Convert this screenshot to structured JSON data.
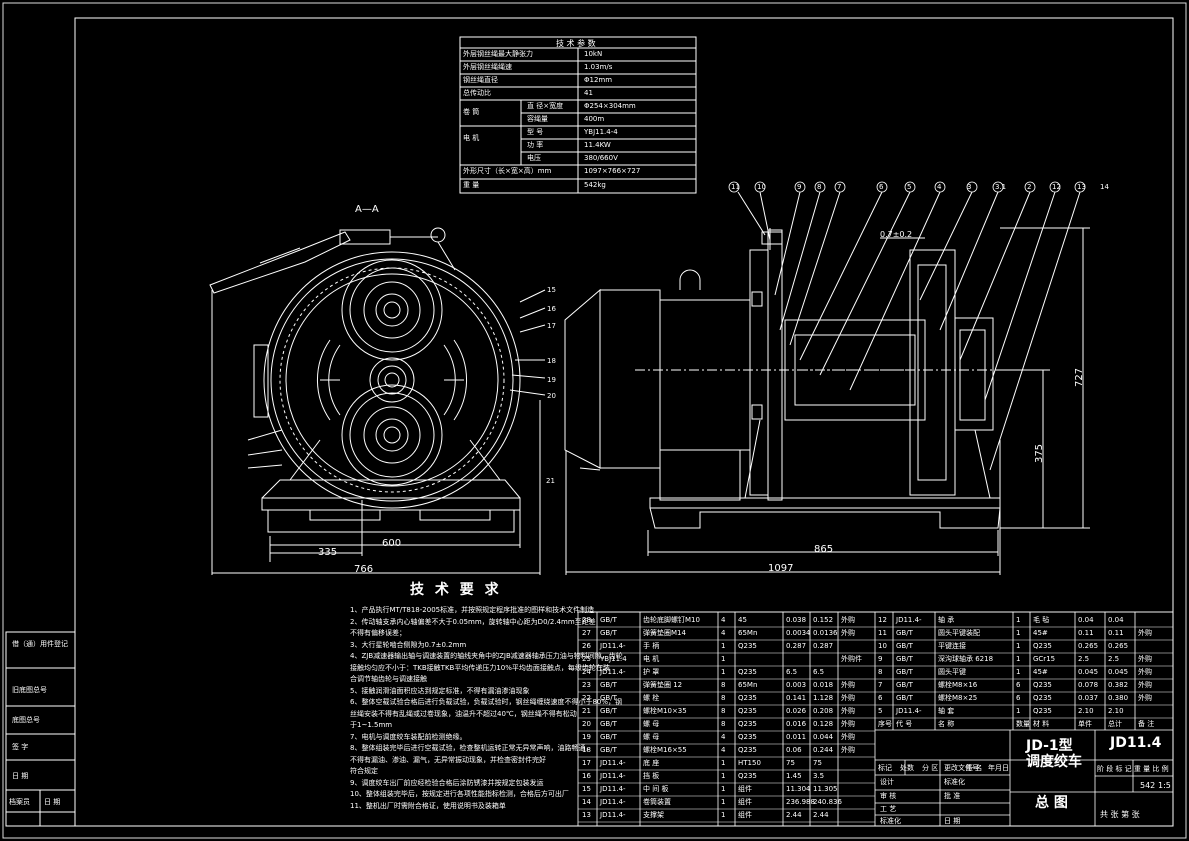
{
  "spec_table": {
    "title": "技 术 参 数",
    "rows": [
      {
        "label": "外层钢丝绳最大静张力",
        "sub": "",
        "value": "10kN"
      },
      {
        "label": "外层钢丝绳绳速",
        "sub": "",
        "value": "1.03m/s"
      },
      {
        "label": "钢丝绳直径",
        "sub": "",
        "value": "Φ12mm"
      },
      {
        "label": "总传动比",
        "sub": "",
        "value": "41"
      },
      {
        "label": "卷 筒",
        "sub": "直 径×宽度",
        "value": "Φ254×304mm"
      },
      {
        "label": "",
        "sub": "容绳量",
        "value": "400m"
      },
      {
        "label": "电 机",
        "sub": "型 号",
        "value": "YBJ11.4-4"
      },
      {
        "label": "",
        "sub": "功 率",
        "value": "11.4KW"
      },
      {
        "label": "",
        "sub": "电压",
        "value": "380/660V"
      },
      {
        "label": "外形尺寸（长×宽×高）mm",
        "sub": "",
        "value": "1097×766×727"
      },
      {
        "label": "重 量",
        "sub": "",
        "value": "542kg"
      }
    ]
  },
  "section_label": "A—A",
  "dims": {
    "d335": "335",
    "d600": "600",
    "d766": "766",
    "d865": "865",
    "d1097": "1097",
    "d727": "727",
    "d375": "375",
    "gap": "0.7±0.2"
  },
  "balloons_top": [
    "11",
    "10",
    "9",
    "8",
    "7",
    "6",
    "5",
    "4",
    "3",
    "3.1",
    "2",
    "12",
    "13",
    "14"
  ],
  "balloons_left": [
    "15",
    "16",
    "17",
    "18",
    "19",
    "20",
    "21"
  ],
  "req": {
    "title": "技 术 要 求",
    "lines": [
      "1、产品执行MT/T818-2005标准，并按照规定程序批准的图样和技术文件制造",
      "2、传动轴支承内心轴偏差不大于0.05mm，旋转轴中心距为D0/2.4mm至距差",
      "   不得有偏移误差；",
      "3、大行星轮啮合侧隙为0.7±0.2mm",
      "4、ZJB减速器输出轴与调速装置的轴线夹角中的ZJB减速器轴承压力油与物料间隙，齿轮",
      "   接触均匀应不小于：TKB接触TKB平均传递压力10%平均齿面接触点，每级齿轮在装",
      "   合调节轴齿轮与调速接触",
      "5、接触润滑油面积应达到规定标准，不得有漏油渗油现象",
      "6、整体空载试验合格后进行负载试验，负载试验时，钢丝绳缠绕速度不得小于80%，钢",
      "   丝绳安装不得有乱绳或过卷现象，油温升不超过40℃，钢丝绳不得有松动",
      "   于1~1.5mm",
      "7、电机与调度绞车装配前检测绝缘。",
      "8、整体组装完毕后进行空载试验，检查整机运转正常无异常声响，油路畅通，",
      "   不得有漏油、渗油、漏气，无异常振动现象，并检查密封件完好",
      "   符合规定",
      "9、调度绞车出厂前应经检验合格后涂防锈漆并按规定包装发运",
      "10、整体组装完毕后，按规定进行各项性能指标检测，合格后方可出厂",
      "11、整机出厂时需附合格证，使用说明书及装箱单"
    ]
  },
  "left_strip": [
    "借（通）用件登记",
    "旧底图总号",
    "底图总号",
    "签 字",
    "日 期"
  ],
  "left_strip_bottom": [
    "档案员",
    "日 期"
  ],
  "parts_left": [
    [
      "28",
      "GB/T",
      "齿轮底脚螺钉M10",
      "4",
      "45",
      "0.038",
      "0.152",
      "外购"
    ],
    [
      "27",
      "GB/T",
      "弹簧垫圈M14",
      "4",
      "65Mn",
      "0.0034",
      "0.0136",
      "外购"
    ],
    [
      "26",
      "JD11.4-",
      "手 柄",
      "1",
      "Q235",
      "0.287",
      "0.287",
      ""
    ],
    [
      "25",
      "YBJ11.4",
      "电 机",
      "1",
      "",
      "",
      "",
      "外购件"
    ],
    [
      "24",
      "JD11.4-",
      "护 罩",
      "1",
      "Q235",
      "6.5",
      "6.5",
      ""
    ],
    [
      "23",
      "GB/T",
      "弹簧垫圈 12",
      "8",
      "65Mn",
      "0.003",
      "0.018",
      "外购"
    ],
    [
      "22",
      "GB/T",
      "螺 栓",
      "8",
      "Q235",
      "0.141",
      "1.128",
      "外购"
    ],
    [
      "21",
      "GB/T",
      "螺栓M10×35",
      "8",
      "Q235",
      "0.026",
      "0.208",
      "外购"
    ],
    [
      "20",
      "GB/T",
      "螺 母",
      "8",
      "Q235",
      "0.016",
      "0.128",
      "外购"
    ],
    [
      "19",
      "GB/T",
      "螺 母",
      "4",
      "Q235",
      "0.011",
      "0.044",
      "外购"
    ],
    [
      "18",
      "GB/T",
      "螺栓M16×55",
      "4",
      "Q235",
      "0.06",
      "0.244",
      "外购"
    ],
    [
      "17",
      "JD11.4-",
      "底 座",
      "1",
      "HT150",
      "75",
      "75",
      ""
    ],
    [
      "16",
      "JD11.4-",
      "挡 板",
      "1",
      "Q235",
      "1.45",
      "3.5",
      ""
    ],
    [
      "15",
      "JD11.4-",
      "中 间 板",
      "1",
      "组件",
      "11.304",
      "11.305",
      ""
    ],
    [
      "14",
      "JD11.4-",
      "卷筒装置",
      "1",
      "组件",
      "236.988",
      "240.836",
      ""
    ],
    [
      "13",
      "JD11.4-",
      "支撑架",
      "1",
      "组件",
      "2.44",
      "2.44",
      ""
    ]
  ],
  "parts_right": [
    [
      "12",
      "JD11.4-",
      "轴 承",
      "1",
      "毛 毡",
      "0.04",
      "0.04",
      ""
    ],
    [
      "11",
      "GB/T",
      "圆头平键装配",
      "1",
      "45#",
      "0.11",
      "0.11",
      "外购"
    ],
    [
      "10",
      "GB/T",
      "平键连接",
      "1",
      "Q235",
      "0.265",
      "0.265",
      ""
    ],
    [
      "9",
      "GB/T",
      "深沟球轴承 6218",
      "1",
      "GCr15",
      "2.5",
      "2.5",
      "外购"
    ],
    [
      "8",
      "GB/T",
      "圆头平键",
      "1",
      "45#",
      "0.045",
      "0.045",
      "外购"
    ],
    [
      "7",
      "GB/T",
      "螺栓M8×16",
      "6",
      "Q235",
      "0.078",
      "0.382",
      "外购"
    ],
    [
      "6",
      "GB/T",
      "螺栓M8×25",
      "6",
      "Q235",
      "0.037",
      "0.380",
      "外购"
    ],
    [
      "5",
      "JD11.4-",
      "轴 套",
      "1",
      "Q235",
      "2.10",
      "2.10",
      ""
    ]
  ],
  "parts_header": [
    "序号",
    "代 号",
    "名 称",
    "数量",
    "材 料",
    "单件",
    "总计",
    "备 注"
  ],
  "title_block": {
    "product": "JD-1型\n调度绞车",
    "code": "JD11.4",
    "drawing": "总 图",
    "weight": "542",
    "scale": "1:5",
    "sheets": "共   张 第   张",
    "labels": [
      "标记",
      "处数",
      "分 区",
      "更改文件号",
      "签 名",
      "年月日"
    ],
    "roles": [
      "设计",
      "审 核",
      "工 艺",
      "标准化",
      "批 准",
      "日 期"
    ],
    "stage": "阶 段 标 记 重 量 比 例"
  }
}
